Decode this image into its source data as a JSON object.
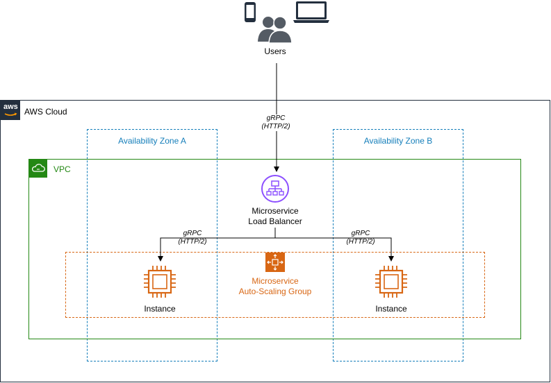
{
  "users": {
    "label": "Users"
  },
  "aws_cloud": {
    "label": "AWS Cloud",
    "logo_text": "aws"
  },
  "zones": {
    "a": "Availability Zone A",
    "b": "Availability Zone B"
  },
  "vpc": {
    "label": "VPC"
  },
  "connections": {
    "top": [
      "gRPC",
      "(HTTP/2)"
    ],
    "left": [
      "gRPC",
      "(HTTP/2)"
    ],
    "right": [
      "gRPC",
      "(HTTP/2)"
    ]
  },
  "load_balancer": {
    "line1": "Microservice",
    "line2": "Load Balancer"
  },
  "asg": {
    "line1": "Microservice",
    "line2": "Auto-Scaling Group"
  },
  "instances": {
    "a": "Instance",
    "b": "Instance"
  },
  "colors": {
    "aws_dark": "#232f3e",
    "zone_blue": "#147eba",
    "vpc_green": "#248814",
    "asg_orange": "#d86613",
    "elb_purple": "#8c4fff",
    "user_gray": "#545b64"
  },
  "icons": [
    "mobile-phone-icon",
    "users-icon",
    "laptop-icon",
    "aws-logo-icon",
    "vpc-cloud-icon",
    "load-balancer-icon",
    "auto-scaling-icon",
    "ec2-instance-icon"
  ]
}
